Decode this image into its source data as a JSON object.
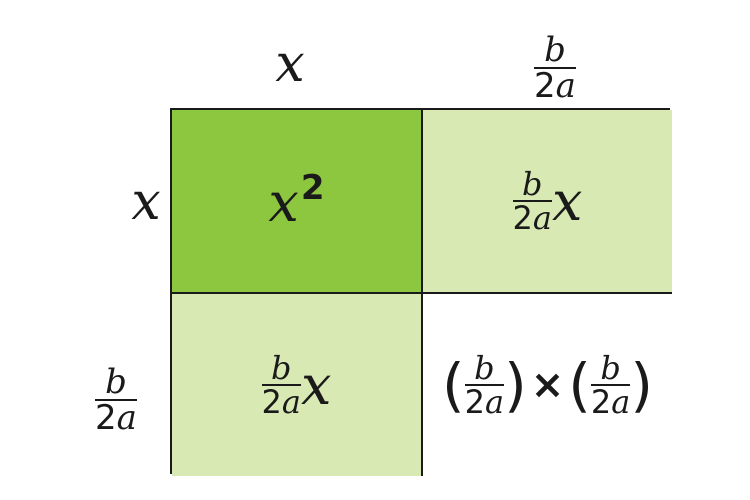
{
  "labels": {
    "top_x": "x",
    "top_frac": {
      "num": "b",
      "den_coef": "2",
      "den_var": "a"
    },
    "left_x": "x",
    "left_frac": {
      "num": "b",
      "den_coef": "2",
      "den_var": "a"
    }
  },
  "cells": {
    "top_left": {
      "var": "x",
      "exponent": "2",
      "color": "#8dc63f"
    },
    "top_right": {
      "num": "b",
      "den_coef": "2",
      "den_var": "a",
      "var": "x",
      "color": "#d9e9b4"
    },
    "bottom_left": {
      "num": "b",
      "den_coef": "2",
      "den_var": "a",
      "var": "x",
      "color": "#d9e9b4"
    },
    "bottom_right": {
      "open_paren": "(",
      "close_paren": ")",
      "times": "×",
      "left": {
        "num": "b",
        "den_coef": "2",
        "den_var": "a"
      },
      "right": {
        "num": "b",
        "den_coef": "2",
        "den_var": "a"
      },
      "color": "#ffffff"
    }
  }
}
